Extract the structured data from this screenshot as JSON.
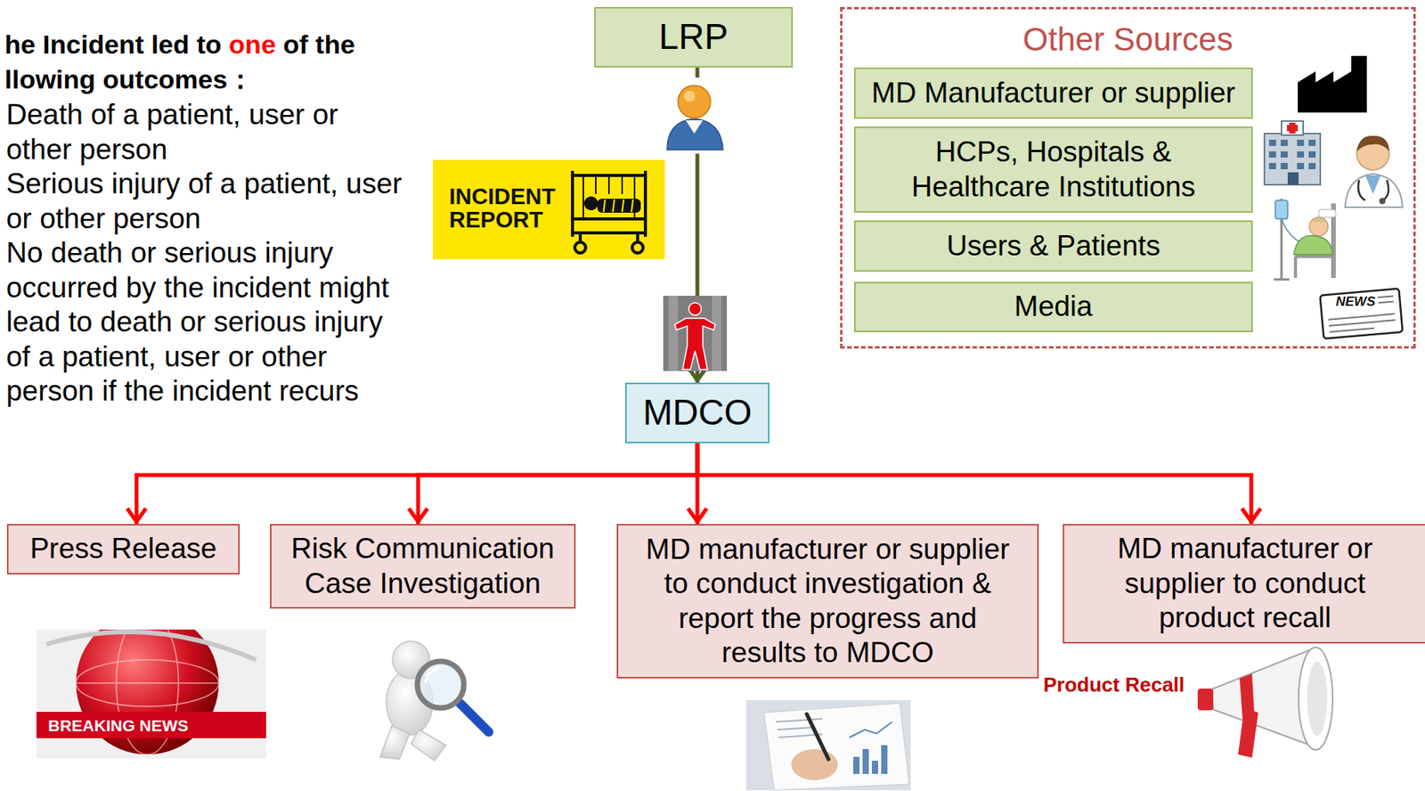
{
  "diagram": {
    "nodes": [
      {
        "text": [
          "LRP"
        ]
      },
      {
        "text": [
          "Other Sources"
        ]
      },
      {
        "text": [
          "MD Manufacturer or supplier"
        ],
        "in": 1
      },
      {
        "text": [
          "HCPs, Hospitals & Healthcare Institutions"
        ],
        "in": 1
      },
      {
        "text": [
          "Users & Patients"
        ],
        "in": 1
      },
      {
        "text": [
          "Media"
        ],
        "in": 1
      },
      {
        "text": [
          "MDCO"
        ]
      },
      {
        "text": [
          "Press Release"
        ]
      },
      {
        "text": [
          "Risk Communication Case Investigation"
        ]
      },
      {
        "text": [
          "MD manufacturer or supplier to conduct investigation & report the progress and results to MDCO"
        ]
      },
      {
        "text": [
          "MD manufacturer or supplier to conduct product recall"
        ]
      }
    ],
    "edges": [
      {
        "from": 0,
        "to": 6,
        "arrow": "to"
      },
      {
        "from": 6,
        "to": 7,
        "arrow": "to"
      },
      {
        "from": 6,
        "to": 8,
        "arrow": "to"
      },
      {
        "from": 6,
        "to": 9,
        "arrow": "to"
      },
      {
        "from": 6,
        "to": 10,
        "arrow": "to"
      }
    ],
    "labels": [
      "he Incident led to",
      "one",
      "of the llowing outcomes：",
      "Death of a patient, user or other person",
      "Serious injury of a patient, user or other person",
      "No death or serious injury occurred by the incident might lead to death or serious injury of a patient, user or other person if the incident recurs",
      "INCIDENT REPORT",
      "NEWS",
      "BREAKING NEWS",
      "Product Recall"
    ]
  }
}
